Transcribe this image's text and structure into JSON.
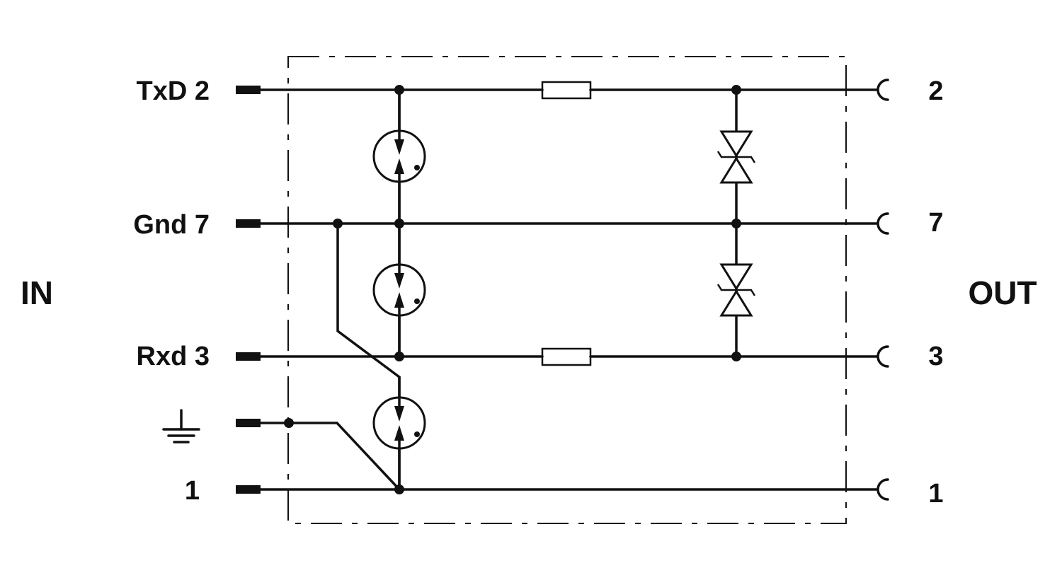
{
  "side_labels": {
    "in": "IN",
    "out": "OUT"
  },
  "in_pins": [
    "TxD 2",
    "Gnd 7",
    "Rxd 3",
    "1"
  ],
  "out_pins": [
    "2",
    "7",
    "3",
    "1"
  ],
  "ground_icon": "earth-ground-icon",
  "components": {
    "resistors": 2,
    "gas_discharge_tubes": 3,
    "tvs_diodes": 2
  }
}
